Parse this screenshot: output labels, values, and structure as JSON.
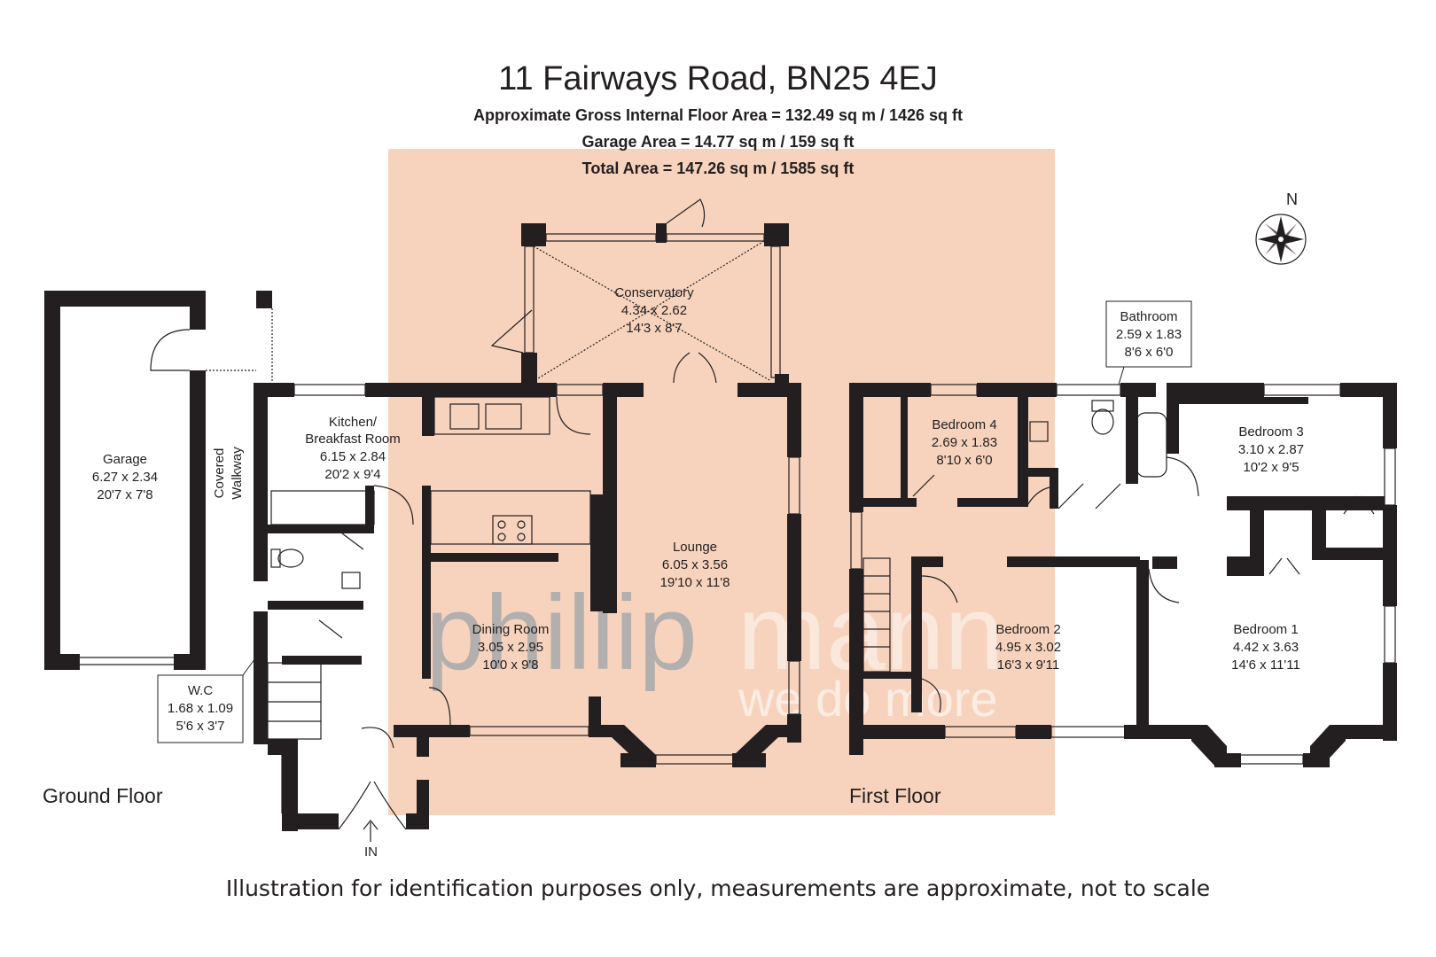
{
  "title": "11 Fairways Road, BN25 4EJ",
  "areas": {
    "gross": "Approximate Gross Internal Floor Area = 132.49 sq m / 1426 sq ft",
    "garage": "Garage Area = 14.77 sq m / 159 sq ft",
    "total": "Total Area = 147.26 sq m / 1585 sq ft"
  },
  "compass": {
    "north_label": "N"
  },
  "entrance_label": "IN",
  "floors": {
    "ground": "Ground Floor",
    "first": "First Floor"
  },
  "rooms": {
    "garage": {
      "name": "Garage",
      "metric": "6.27 x 2.34",
      "imperial": "20'7 x 7'8"
    },
    "covered_walkway": {
      "line1": "Covered",
      "line2": "Walkway"
    },
    "kitchen": {
      "name1": "Kitchen/",
      "name2": "Breakfast Room",
      "metric": "6.15 x 2.84",
      "imperial": "20'2 x 9'4"
    },
    "conservatory": {
      "name": "Conservatory",
      "metric": "4.34 x 2.62",
      "imperial": "14'3 x 8'7"
    },
    "lounge": {
      "name": "Lounge",
      "metric": "6.05 x 3.56",
      "imperial": "19'10 x 11'8"
    },
    "dining": {
      "name": "Dining Room",
      "metric": "3.05 x 2.95",
      "imperial": "10'0 x 9'8"
    },
    "wc": {
      "name": "W.C",
      "metric": "1.68 x 1.09",
      "imperial": "5'6 x 3'7"
    },
    "bathroom": {
      "name": "Bathroom",
      "metric": "2.59 x 1.83",
      "imperial": "8'6 x 6'0"
    },
    "bedroom4": {
      "name": "Bedroom 4",
      "metric": "2.69 x 1.83",
      "imperial": "8'10 x 6'0"
    },
    "bedroom3": {
      "name": "Bedroom 3",
      "metric": "3.10 x 2.87",
      "imperial": "10'2 x 9'5"
    },
    "bedroom2": {
      "name": "Bedroom 2",
      "metric": "4.95 x 3.02",
      "imperial": "16'3 x 9'11"
    },
    "bedroom1": {
      "name": "Bedroom 1",
      "metric": "4.42 x 3.63",
      "imperial": "14'6 x 11'11"
    }
  },
  "watermark": {
    "brand1": "phillip",
    "brand2": "mann",
    "tagline": "we do more"
  },
  "disclaimer": "Illustration for identification purposes only, measurements are approximate, not to scale",
  "colors": {
    "wall": "#231f20",
    "highlight": "#f7d3bd",
    "watermark_grey": "#a7a9ac",
    "watermark_peach": "#f4c9ae"
  }
}
